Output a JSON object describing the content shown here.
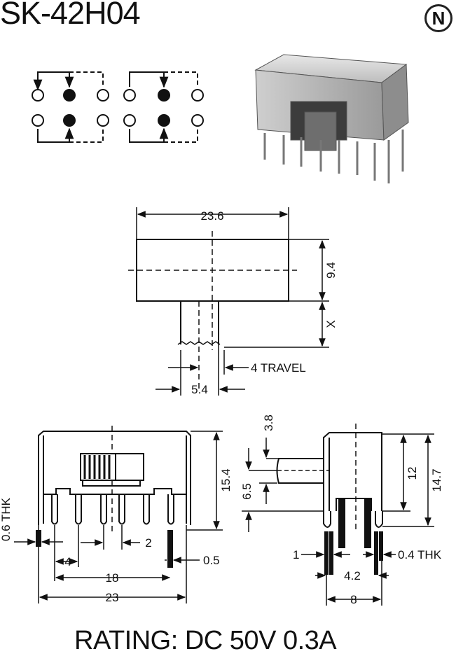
{
  "title": "SK-42H04",
  "rating": "RATING: DC 50V 0.3A",
  "logo_letter": "N",
  "dims": {
    "width_top": "23.6",
    "height_top": "9.4",
    "actuator_x": "X",
    "travel": "4 TRAVEL",
    "actuator_w": "5.4",
    "knob_h": "3.8",
    "knob_offset": "6.5",
    "body_h_front": "15.4",
    "side_h_inner": "12",
    "side_h_total": "14.7",
    "pin_thk_left": "0.6 THK",
    "pin_pitch": "2",
    "pin_span_4": "4",
    "pin_w": "0.5",
    "pin_span_18": "18",
    "overall_23": "23",
    "side_pin_1": "1",
    "side_thk": "0.4 THK",
    "side_42": "4.2",
    "side_8": "8"
  }
}
